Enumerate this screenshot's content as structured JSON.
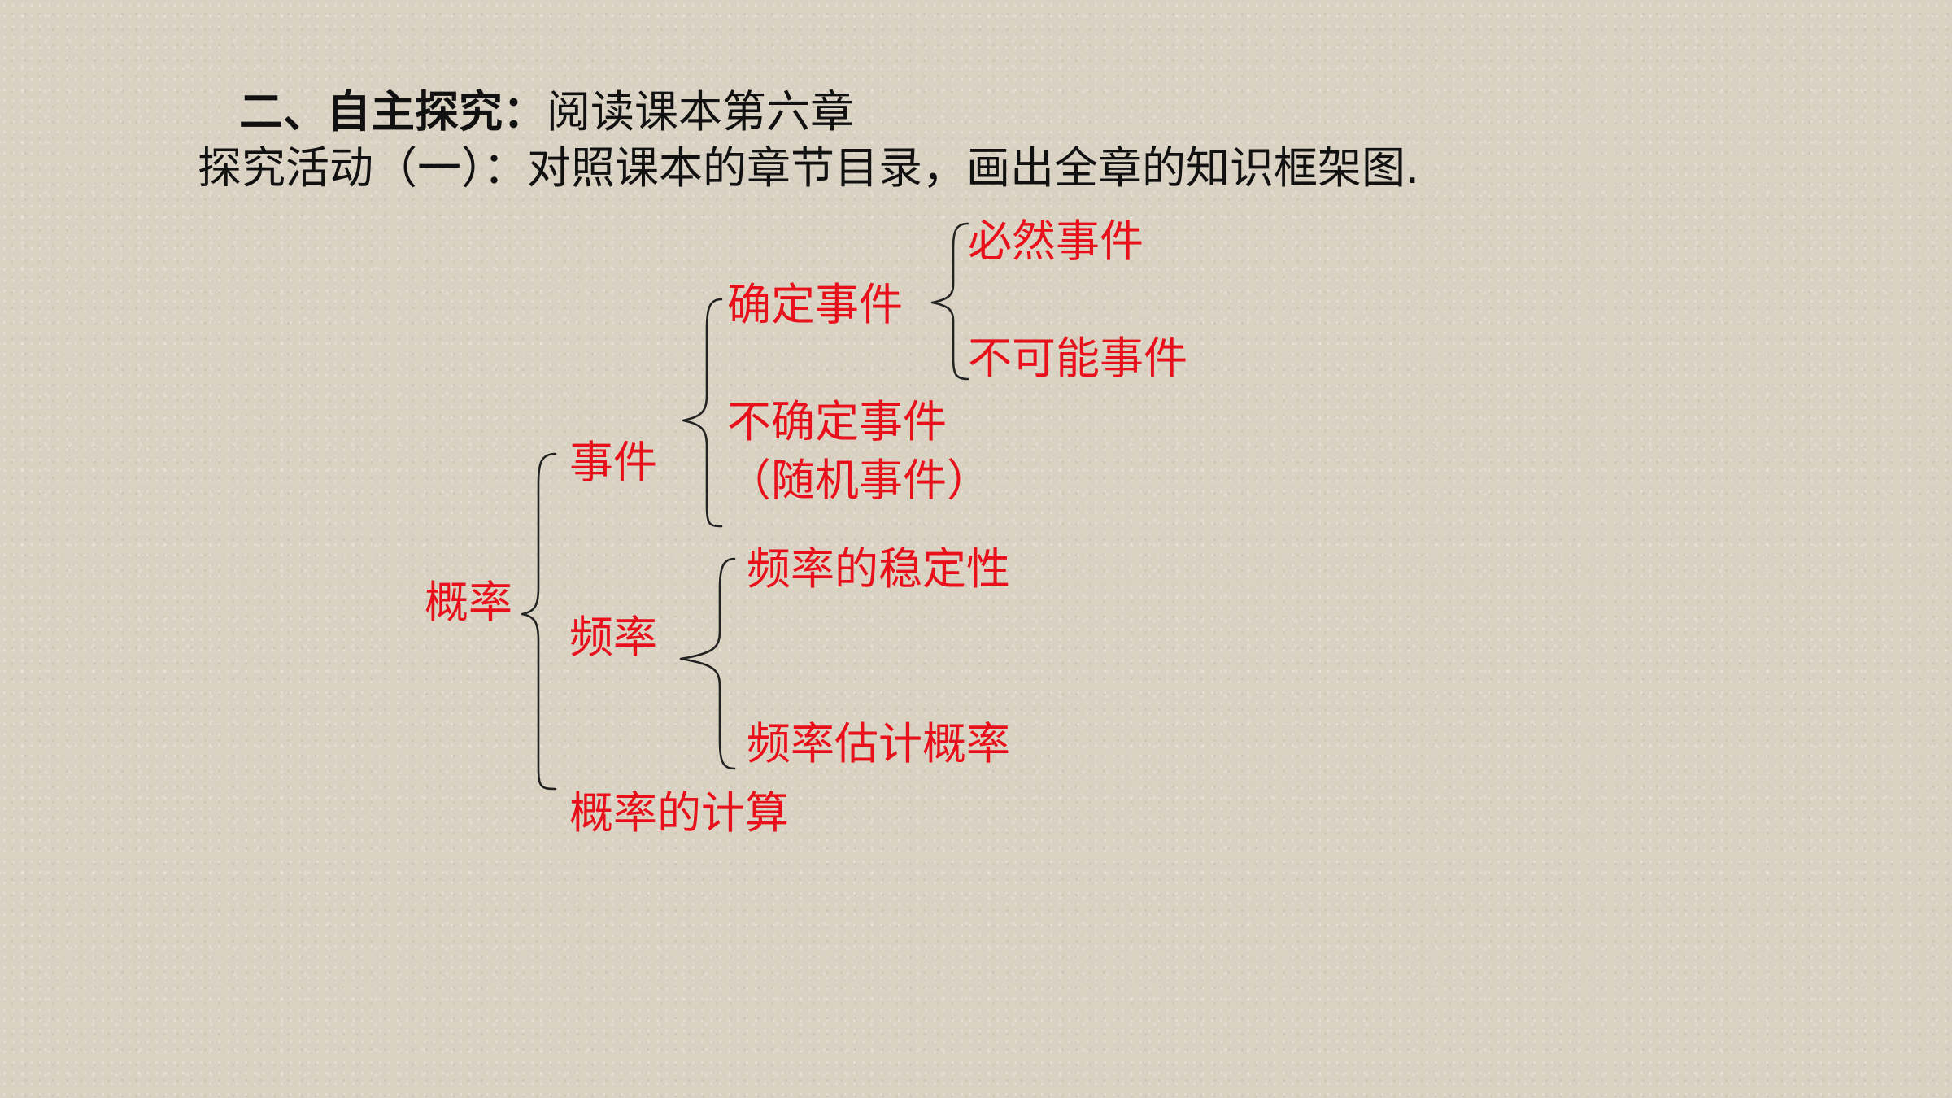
{
  "header": {
    "title_bold": "二、自主探究：",
    "title_rest": "阅读课本第六章",
    "activity": "探究活动（一）：对照课本的章节目录，画出全章的知识框架图."
  },
  "diagram": {
    "root": "概率",
    "event": "事件",
    "certain": "确定事件",
    "inevitable": "必然事件",
    "impossible": "不可能事件",
    "uncertain": "不确定事件",
    "random": "（随机事件）",
    "frequency": "频率",
    "stability": "频率的稳定性",
    "estimate": "频率估计概率",
    "calculation": "概率的计算"
  },
  "colors": {
    "text": "#111111",
    "accent": "#e8101a",
    "brace": "#222222",
    "background": "#d9d1c2"
  }
}
